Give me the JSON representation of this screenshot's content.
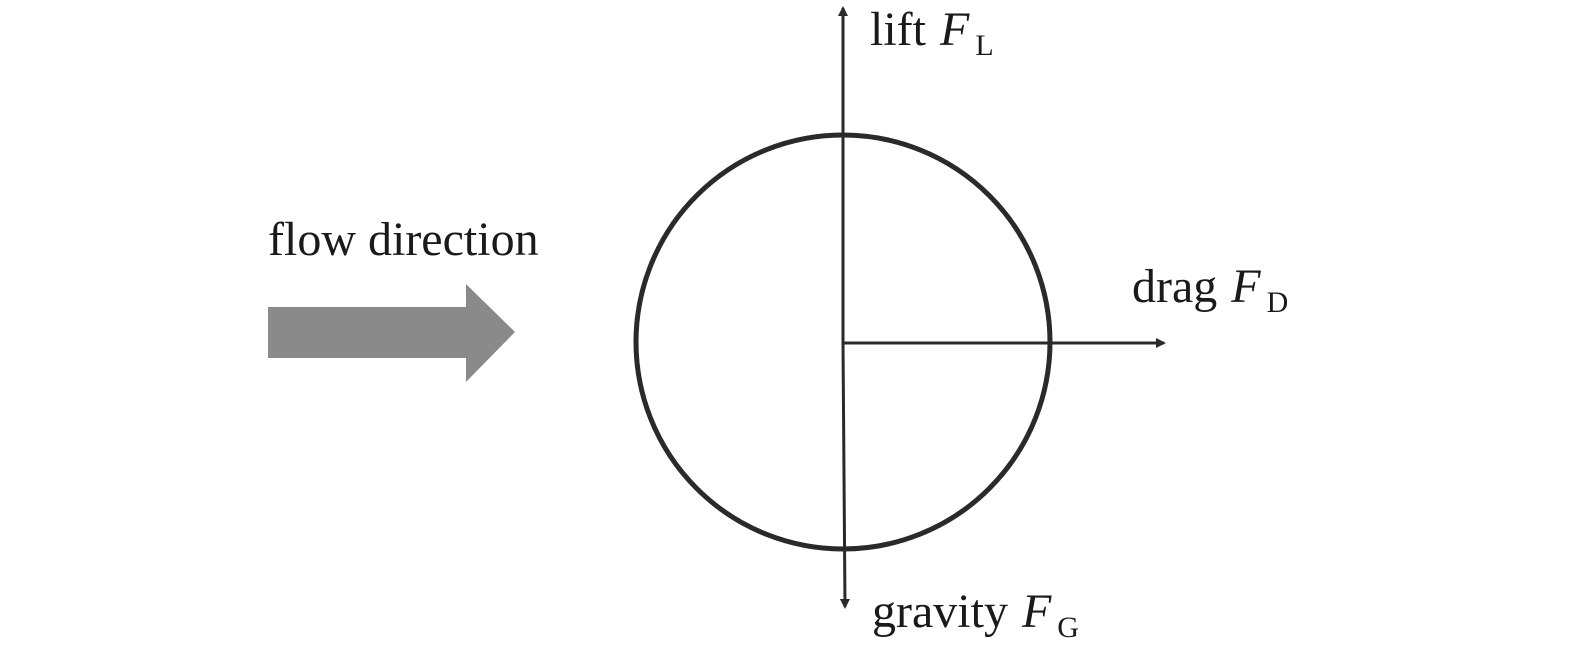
{
  "flow": {
    "label": "flow direction",
    "arrow_color": "#8a8a8a"
  },
  "particle": {
    "stroke_color": "#2a2a2a"
  },
  "forces": {
    "lift": {
      "word": "lift",
      "symbol": "F",
      "subscript": "L"
    },
    "drag": {
      "word": "drag",
      "symbol": "F",
      "subscript": "D"
    },
    "gravity": {
      "word": "gravity",
      "symbol": "F",
      "subscript": "G"
    }
  }
}
